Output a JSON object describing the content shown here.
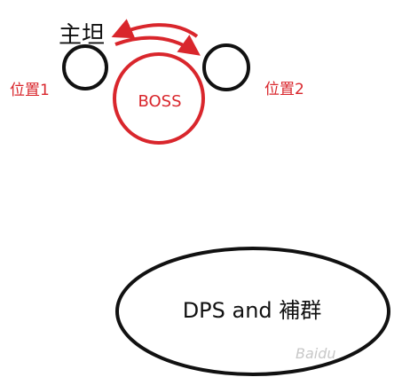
{
  "labels": {
    "main_tank": "主坦",
    "position_1": "位置1",
    "position_2": "位置2",
    "boss": "BOSS",
    "dps_heal": "DPS and 補群",
    "watermark": "Baidu"
  },
  "colors": {
    "red": "#d9262c",
    "black": "#111111",
    "watermark": "#c8c8c8"
  }
}
